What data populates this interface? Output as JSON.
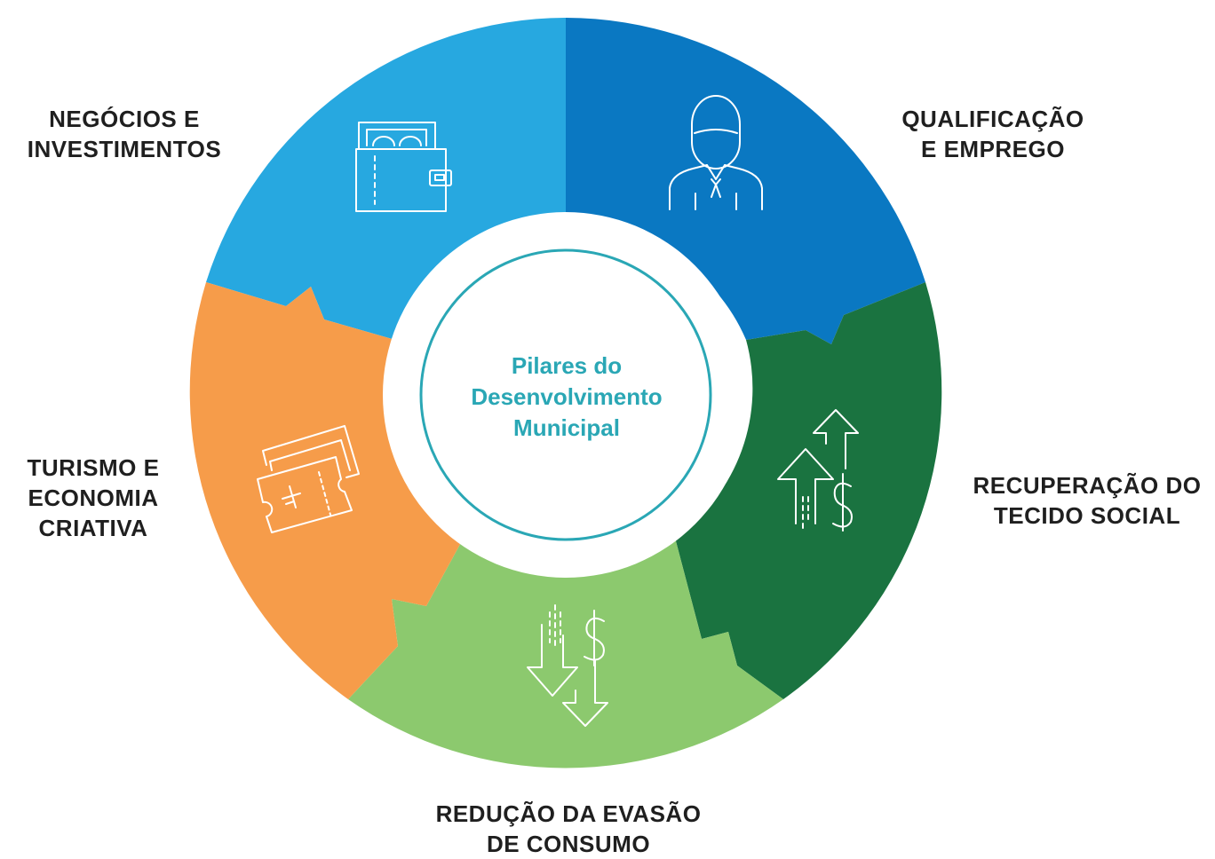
{
  "title": "Pilares do Desenvolvimento Municipal",
  "center": {
    "lines": [
      "Pilares do",
      "Desenvolvimento",
      "Municipal"
    ],
    "color": "#2aa7b5"
  },
  "pillars": [
    {
      "id": "negocios",
      "lines": [
        "NEGÓCIOS E",
        "INVESTIMENTOS"
      ],
      "color": "#27a8e0",
      "icon": "wallet-icon"
    },
    {
      "id": "qualificacao",
      "lines": [
        "QUALIFICAÇÃO",
        "E EMPREGO"
      ],
      "color": "#0a78c2",
      "icon": "person-icon"
    },
    {
      "id": "recuperacao",
      "lines": [
        "RECUPERAÇÃO DO",
        "TECIDO SOCIAL"
      ],
      "color": "#1a7340",
      "icon": "arrows-up-dollar-icon"
    },
    {
      "id": "reducao",
      "lines": [
        "REDUÇÃO DA EVASÃO",
        "DE CONSUMO"
      ],
      "color": "#8cc96e",
      "icon": "arrows-down-dollar-icon"
    },
    {
      "id": "turismo",
      "lines": [
        "TURISMO E",
        "ECONOMIA",
        "CRIATIVA"
      ],
      "color": "#f69c4a",
      "icon": "plane-ticket-icon"
    }
  ]
}
